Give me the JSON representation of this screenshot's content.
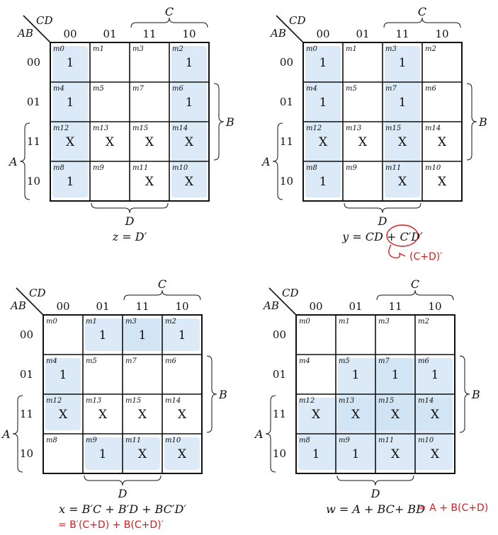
{
  "maps": [
    {
      "id": "z",
      "row_var": "AB",
      "col_var": "CD",
      "col_codes": [
        "00",
        "01",
        "11",
        "10"
      ],
      "row_codes": [
        "00",
        "01",
        "11",
        "10"
      ],
      "labels": {
        "c": "C",
        "b": "B",
        "a": "A",
        "d": "D"
      },
      "minterms": [
        [
          "m0",
          "m1",
          "m3",
          "m2"
        ],
        [
          "m4",
          "m5",
          "m7",
          "m6"
        ],
        [
          "m12",
          "m13",
          "m15",
          "m14"
        ],
        [
          "m8",
          "m9",
          "m11",
          "m10"
        ]
      ],
      "values": [
        [
          "1",
          "",
          "",
          "1"
        ],
        [
          "1",
          "",
          "",
          "1"
        ],
        [
          "X",
          "X",
          "X",
          "X"
        ],
        [
          "1",
          "",
          "X",
          "X"
        ]
      ],
      "groups": [
        {
          "r0": 0,
          "r1": 3,
          "c0": 0,
          "c1": 0
        },
        {
          "r0": 0,
          "r1": 3,
          "c0": 3,
          "c1": 3
        }
      ],
      "expression": "z = D′",
      "annotation": ""
    },
    {
      "id": "y",
      "row_var": "AB",
      "col_var": "CD",
      "col_codes": [
        "00",
        "01",
        "11",
        "10"
      ],
      "row_codes": [
        "00",
        "01",
        "11",
        "10"
      ],
      "labels": {
        "c": "C",
        "b": "B",
        "a": "A",
        "d": "D"
      },
      "minterms": [
        [
          "m0",
          "m1",
          "m3",
          "m2"
        ],
        [
          "m4",
          "m5",
          "m7",
          "m6"
        ],
        [
          "m12",
          "m13",
          "m15",
          "m14"
        ],
        [
          "m8",
          "m9",
          "m11",
          "m10"
        ]
      ],
      "values": [
        [
          "1",
          "",
          "1",
          ""
        ],
        [
          "1",
          "",
          "1",
          ""
        ],
        [
          "X",
          "X",
          "X",
          "X"
        ],
        [
          "1",
          "",
          "X",
          "X"
        ]
      ],
      "groups": [
        {
          "r0": 0,
          "r1": 3,
          "c0": 0,
          "c1": 0
        },
        {
          "r0": 0,
          "r1": 3,
          "c0": 2,
          "c1": 2
        }
      ],
      "expression": "y = CD + C′D′",
      "annotation": "(C+D)′"
    },
    {
      "id": "x",
      "row_var": "AB",
      "col_var": "CD",
      "col_codes": [
        "00",
        "01",
        "11",
        "10"
      ],
      "row_codes": [
        "00",
        "01",
        "11",
        "10"
      ],
      "labels": {
        "c": "C",
        "b": "B",
        "a": "A",
        "d": "D"
      },
      "minterms": [
        [
          "m0",
          "m1",
          "m3",
          "m2"
        ],
        [
          "m4",
          "m5",
          "m7",
          "m6"
        ],
        [
          "m12",
          "m13",
          "m15",
          "m14"
        ],
        [
          "m8",
          "m9",
          "m11",
          "m10"
        ]
      ],
      "values": [
        [
          "",
          "1",
          "1",
          "1"
        ],
        [
          "1",
          "",
          "",
          ""
        ],
        [
          "X",
          "X",
          "X",
          "X"
        ],
        [
          "",
          "1",
          "X",
          "X"
        ]
      ],
      "groups": [
        {
          "r0": 0,
          "r1": 0,
          "c0": 1,
          "c1": 2
        },
        {
          "r0": 0,
          "r1": 0,
          "c0": 2,
          "c1": 3
        },
        {
          "r0": 1,
          "r1": 2,
          "c0": 0,
          "c1": 0
        },
        {
          "r0": 3,
          "r1": 3,
          "c0": 1,
          "c1": 2
        },
        {
          "r0": 3,
          "r1": 3,
          "c0": 3,
          "c1": 3
        }
      ],
      "expression": "x = B′C + B′D + BC′D′",
      "annotation": "= B′(C+D) + B(C+D)′"
    },
    {
      "id": "w",
      "row_var": "AB",
      "col_var": "CD",
      "col_codes": [
        "00",
        "01",
        "11",
        "10"
      ],
      "row_codes": [
        "00",
        "01",
        "11",
        "10"
      ],
      "labels": {
        "c": "C",
        "b": "B",
        "a": "A",
        "d": "D"
      },
      "minterms": [
        [
          "m0",
          "m1",
          "m3",
          "m2"
        ],
        [
          "m4",
          "m5",
          "m7",
          "m6"
        ],
        [
          "m12",
          "m13",
          "m15",
          "m14"
        ],
        [
          "m8",
          "m9",
          "m11",
          "m10"
        ]
      ],
      "values": [
        [
          "",
          "",
          "",
          ""
        ],
        [
          "",
          "1",
          "1",
          "1"
        ],
        [
          "X",
          "X",
          "X",
          "X"
        ],
        [
          "1",
          "1",
          "X",
          "X"
        ]
      ],
      "groups": [
        {
          "r0": 1,
          "r1": 2,
          "c0": 1,
          "c1": 2
        },
        {
          "r0": 1,
          "r1": 2,
          "c0": 2,
          "c1": 3
        },
        {
          "r0": 2,
          "r1": 3,
          "c0": 0,
          "c1": 3
        }
      ],
      "expression": "w = A + BC+ BD",
      "annotation": "= A + B(C+D)"
    }
  ],
  "colors": {
    "grid": "#111111",
    "group_fill": "#cfe3f3",
    "group_fill_dark": "#9ccae9",
    "annotation_red": "#d21f1f"
  }
}
